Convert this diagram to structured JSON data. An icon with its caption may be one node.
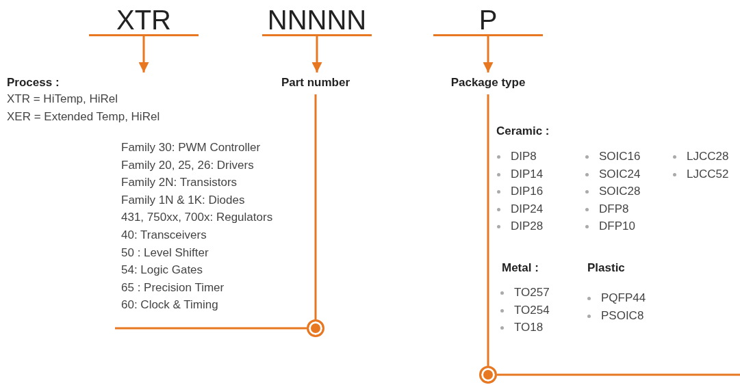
{
  "diagram": {
    "nodes": [
      {
        "text": [
          "XTR"
        ]
      },
      {
        "text": [
          "NNNNN"
        ]
      },
      {
        "text": [
          "P"
        ]
      },
      {
        "text": [
          "Process :",
          "XTR = HiTemp, HiRel",
          "XER = Extended Temp, HiRel"
        ]
      },
      {
        "text": [
          "Part number"
        ]
      },
      {
        "text": [
          "Package type"
        ]
      },
      {
        "text": [],
        "shape": "circle"
      },
      {
        "text": [],
        "shape": "circle"
      }
    ],
    "edges": [
      {
        "from": 0,
        "to": 3,
        "arrow": "to"
      },
      {
        "from": 1,
        "to": 4,
        "arrow": "to"
      },
      {
        "from": 2,
        "to": 5,
        "arrow": "to"
      },
      {
        "from": 4,
        "to": 6,
        "arrow": "none"
      },
      {
        "from": 5,
        "to": 7,
        "arrow": "none"
      }
    ],
    "labels": [
      "Family 30: PWM Controller",
      "Family 20, 25, 26: Drivers",
      "Family 2N: Transistors",
      "Family 1N & 1K: Diodes",
      "431, 750xx, 700x: Regulators",
      "40: Transceivers",
      "50 : Level Shifter",
      "54: Logic Gates",
      "65 : Precision Timer",
      "60: Clock & Timing",
      "Ceramic :",
      "DIP8",
      "DIP14",
      "DIP16",
      "DIP24",
      "DIP28",
      "SOIC16",
      "SOIC24",
      "SOIC28",
      "DFP8",
      "DFP10",
      "LJCC28",
      "LJCC52",
      "Metal :",
      "TO257",
      "TO254",
      "TO18",
      "Plastic",
      "PQFP44",
      "PSOIC8"
    ]
  }
}
